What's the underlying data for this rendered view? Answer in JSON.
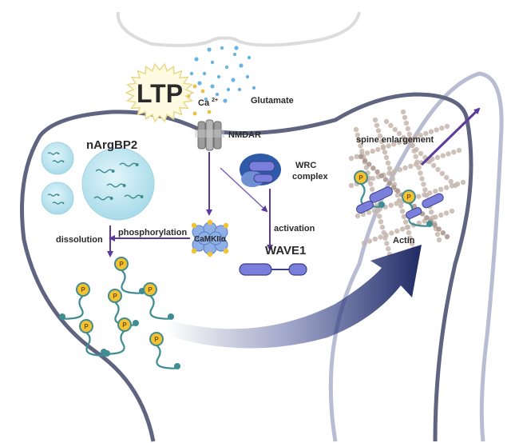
{
  "labels": {
    "ltp": "LTP",
    "calcium": "Ca",
    "calcium_charge": "2+",
    "glutamate": "Glutamate",
    "nmdar": "NMDAR",
    "nargbp2": "nArgBP2",
    "wrc_line1": "WRC",
    "wrc_line2": "complex",
    "spine_enlargement": "spine enlargement",
    "activation": "activation",
    "phosphorylation": "phosphorylation",
    "camkii": "CaMKIIα",
    "dissolution": "dissolution",
    "wave1": "WAVE1",
    "actin": "Actin",
    "phospho": "P"
  },
  "colors": {
    "membrane": "#5f6480",
    "membrane_light": "#b9bdd3",
    "arrow": "#5b3a9b",
    "wave_blue": "#6b6fd1",
    "wrc_blue": "#3d66b5",
    "condensate": "#b8e3ef",
    "protein_teal": "#3f8d93",
    "phospho_gold": "#f2c230",
    "actin": "#c6b6ad",
    "big_arrow": "#24306b",
    "glutamate_blue": "#6db3df",
    "calcium_gold": "#e8c14a"
  },
  "icons": {
    "ltp": "starburst-badge",
    "receptor": "nmdar-channel",
    "kinase": "camkii-holoenzyme"
  }
}
